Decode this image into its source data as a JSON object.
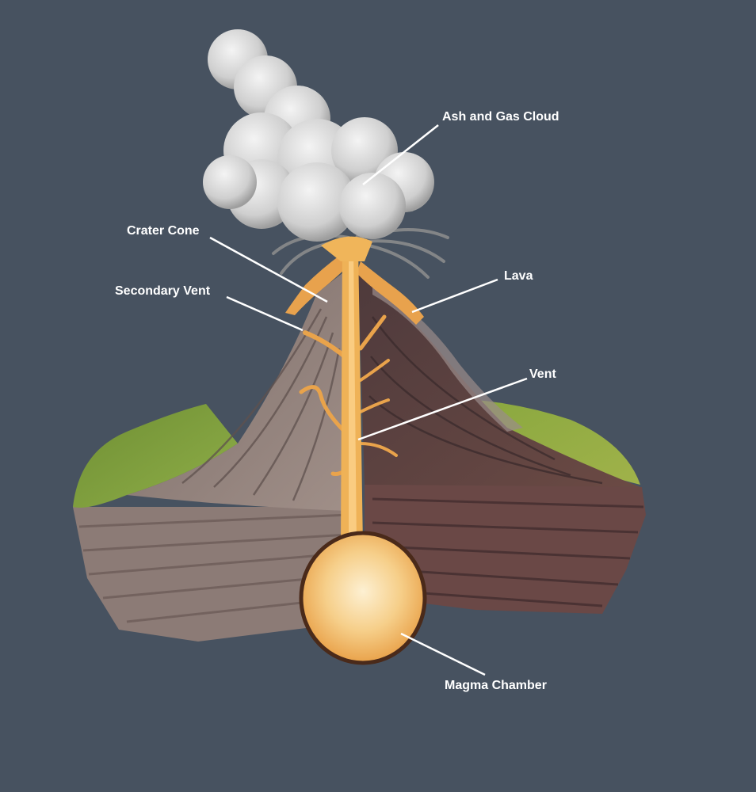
{
  "labels": {
    "ash_cloud": "Ash and Gas Cloud",
    "crater_cone": "Crater Cone",
    "secondary_vent": "Secondary Vent",
    "lava": "Lava",
    "vent": "Vent",
    "magma_chamber": "Magma Chamber"
  },
  "colors": {
    "background": "#475260",
    "magma": "#f0b55a",
    "magma_light": "#fbe3b5",
    "magma_outline": "#4a2a1a",
    "rock_left": "#8a7a76",
    "rock_right": "#5e4444",
    "grass": "#7a9a3a",
    "cloud": "#d9d9d9",
    "label_text": "#ffffff"
  }
}
